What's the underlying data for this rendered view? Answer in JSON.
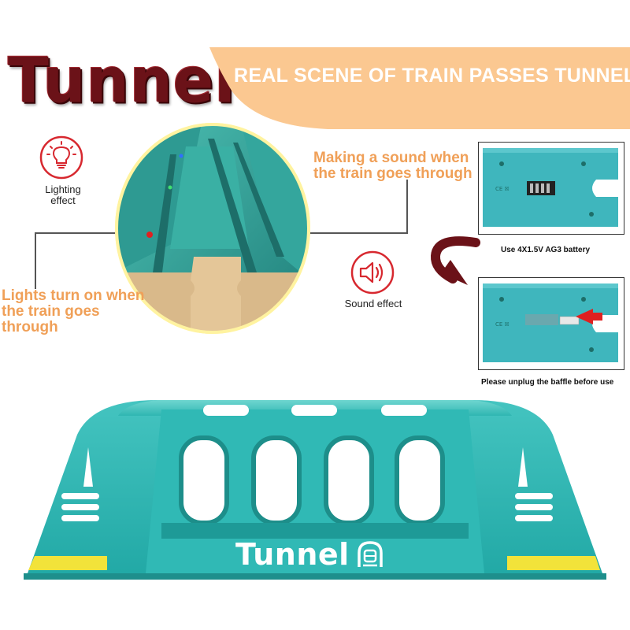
{
  "title": "Tunnel",
  "banner": {
    "text": "REAL SCENE OF TRAIN PASSES TUNNEL",
    "color": "#fbc891"
  },
  "features": {
    "lighting": {
      "label": "Lighting effect",
      "icon": "light-bulb-icon"
    },
    "sound": {
      "label": "Sound effect",
      "icon": "speaker-icon"
    }
  },
  "callouts": {
    "sound_line1": "Making a sound when",
    "sound_line2": "the train goes through",
    "light_line1": "Lights turn on when",
    "light_line2": "the train goes through",
    "color": "#f0a058"
  },
  "battery": {
    "caption": "Use 4X1.5V AG3 battery",
    "unplug_caption": "Please unplug the baffle before use",
    "case_color": "#3fb6bd"
  },
  "product": {
    "label": "Tunnel",
    "icon": "train-icon",
    "body_color": "#2bb5b2",
    "stripe_color": "#f2e33a"
  },
  "colors": {
    "title": "#6b1218",
    "icon_red": "#d7282f"
  }
}
